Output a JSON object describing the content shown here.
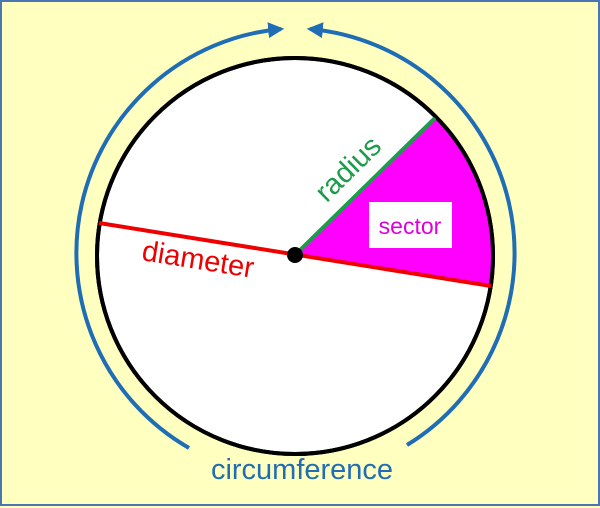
{
  "title": "Parts of a circle",
  "labels": {
    "radius": "radius",
    "diameter": "diameter",
    "sector": "sector",
    "circumference": "circumference"
  },
  "colors": {
    "background": "#ffffc0",
    "frame": "#4a77b4",
    "circle_fill": "#ffffff",
    "circle_outline": "#000000",
    "radius": "#1a9c4b",
    "diameter": "#ee0000",
    "sector": "#ff00ff",
    "sector_text": "#dd00dd",
    "circumference": "#1f6db5",
    "center": "#000000"
  }
}
